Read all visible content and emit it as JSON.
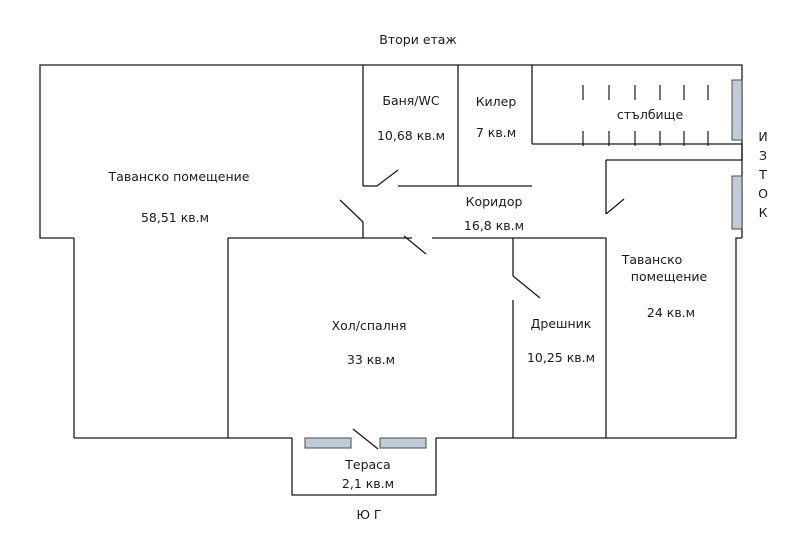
{
  "title": "Втори етаж",
  "rooms": {
    "attic_left": {
      "name": "Таванско помещение",
      "area": "58,51 кв.м"
    },
    "bath": {
      "name": "Баня/WC",
      "area": "10,68 кв.м"
    },
    "pantry": {
      "name": "Килер",
      "area": "7 кв.м"
    },
    "stairs": {
      "name": "стълбище"
    },
    "corridor": {
      "name": "Коридор",
      "area": "16,8 кв.м"
    },
    "hall": {
      "name": "Хол/спалня",
      "area": "33 кв.м"
    },
    "wardrobe": {
      "name": "Дрешник",
      "area": "10,25 кв.м"
    },
    "attic_right": {
      "name_line1": "Таванско",
      "name_line2": "помещение",
      "area": "24 кв.м"
    },
    "terrace": {
      "name": "Тераса",
      "area": "2,1 кв.м"
    }
  },
  "directions": {
    "east": [
      "И",
      "З",
      "Т",
      "О",
      "К"
    ],
    "south": "Ю Г"
  },
  "colors": {
    "window_fill": "#bccdd9",
    "wall": "#1a1a1a"
  }
}
